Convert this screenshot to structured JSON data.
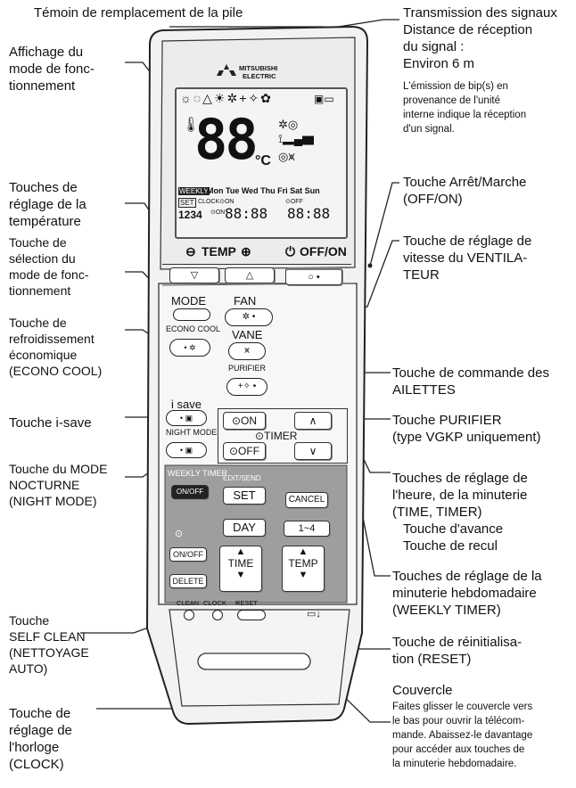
{
  "labels": {
    "battery_indicator": "Témoin de remplacement de la pile",
    "signal_1": "Transmission des signaux",
    "signal_2": "Distance de réception",
    "signal_3": "du signal :",
    "signal_4": "Environ 6 m",
    "signal_5": "L'émission de bip(s) en",
    "signal_6": "provenance de l'unité",
    "signal_7": "interne indique la réception",
    "signal_8": "d'un signal.",
    "mode_display_1": "Affichage du",
    "mode_display_2": "mode de fonc-",
    "mode_display_3": "tionnement",
    "temp_keys_1": "Touches de",
    "temp_keys_2": "réglage de la",
    "temp_keys_3": "température",
    "onoff_1": "Touche Arrêt/Marche",
    "onoff_2": "(OFF/ON)",
    "mode_select_1": "Touche de",
    "mode_select_2": "sélection du",
    "mode_select_3": "mode de fonc-",
    "mode_select_4": "tionnement",
    "fan_1": "Touche de réglage de",
    "fan_2": "vitesse du VENTILA-",
    "fan_3": "TEUR",
    "econo_1": "Touche de",
    "econo_2": "refroidissement",
    "econo_3": "économique",
    "econo_4": "(ECONO COOL)",
    "vane_1": "Touche de commande des",
    "vane_2": "AILETTES",
    "isave": "Touche i-save",
    "purifier_1": "Touche PURIFIER",
    "purifier_2": "(type VGKP uniquement)",
    "night_1": "Touche du MODE",
    "night_2": "NOCTURNE",
    "night_3": "(NIGHT MODE)",
    "timer_1": "Touches de réglage de",
    "timer_2": "l'heure, de la minuterie",
    "timer_3": "(TIME, TIMER)",
    "timer_4": "Touche d'avance",
    "timer_5": "Touche de recul",
    "weekly_1": "Touches de réglage de la",
    "weekly_2": "minuterie hebdomadaire",
    "weekly_3": "(WEEKLY TIMER)",
    "selfclean_1": "Touche",
    "selfclean_2": "SELF CLEAN",
    "selfclean_3": "(NETTOYAGE",
    "selfclean_4": "AUTO)",
    "reset_1": "Touche de réinitialisa-",
    "reset_2": "tion (RESET)",
    "cover_1": "Couvercle",
    "cover_2": "Faites glisser le couvercle vers",
    "cover_3": "le bas pour ouvrir la télécom-",
    "cover_4": "mande. Abaissez-le davantage",
    "cover_5": "pour accéder aux touches de",
    "cover_6": "la minuterie hebdomadaire.",
    "clock_1": "Touche de",
    "clock_2": "réglage de",
    "clock_3": "l'horloge",
    "clock_4": "(CLOCK)"
  },
  "remote": {
    "brand_1": "MITSUBISHI",
    "brand_2": "ELECTRIC",
    "display": {
      "temp": "88",
      "unit": "°C",
      "weekly": "WEEKLY",
      "days": "Mon Tue Wed Thu Fri Sat Sun",
      "set": "SET",
      "clock_on": "CLOCK⊙ON",
      "off": "⊙OFF",
      "on": "⊙ON",
      "prog": "1234",
      "time1": "88:88",
      "time2": "88:88"
    },
    "temp_label": "TEMP",
    "onoff_label": "OFF/ON",
    "mode": "MODE",
    "econo_cool": "ECONO COOL",
    "fan": "FAN",
    "vane": "VANE",
    "purifier": "PURIFIER",
    "isave": "i save",
    "night_mode": "NIGHT MODE",
    "timer_on": "⊙ON",
    "timer": "⊙TIMER",
    "timer_off": "⊙OFF",
    "weekly_timer": "WEEKLY TIMER",
    "weekly_onoff": "ON/OFF",
    "edit_send": "EDIT/SEND",
    "set": "SET",
    "cancel": "CANCEL",
    "day": "DAY",
    "range": "1~4",
    "onoff_small": "ON/OFF",
    "delete": "DELETE",
    "time": "TIME",
    "temp": "TEMP",
    "clean": "CLEAN",
    "clock": "CLOCK",
    "reset": "RESET"
  }
}
